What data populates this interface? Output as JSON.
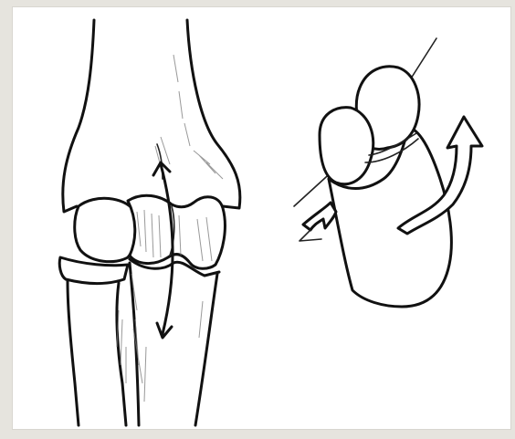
{
  "figure": {
    "left_panel": "elbow-joint-anterior-view",
    "right_panel": "rotation-cylinder-model",
    "icons": [
      "double-headed-arrow-icon",
      "curved-rotation-arrow-icon",
      "axis-line"
    ]
  }
}
